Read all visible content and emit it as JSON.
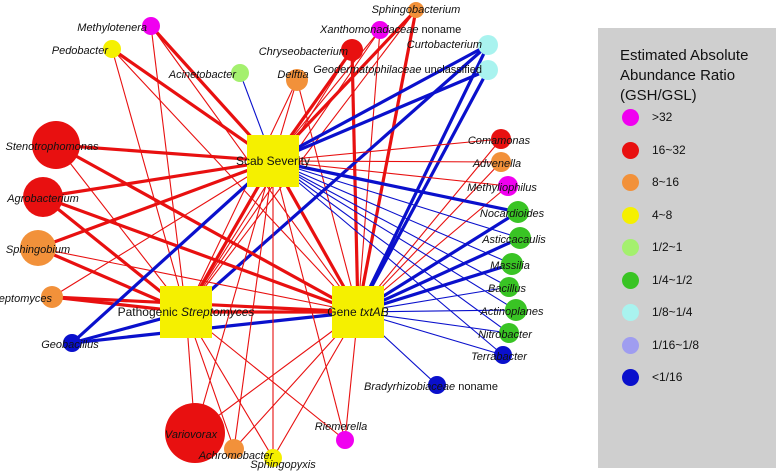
{
  "legend": {
    "title": [
      "Estimated Absolute",
      "Abundance Ratio",
      "(GSH/GSL)"
    ],
    "items": [
      {
        "label": ">32",
        "color": "#f000f0"
      },
      {
        "label": "16~32",
        "color": "#e81010"
      },
      {
        "label": "8~16",
        "color": "#f2913a"
      },
      {
        "label": "4~8",
        "color": "#f5f000"
      },
      {
        "label": "1/2~1",
        "color": "#a4f06e"
      },
      {
        "label": "1/4~1/2",
        "color": "#39c424"
      },
      {
        "label": "1/8~1/4",
        "color": "#a9f3ef"
      },
      {
        "label": "1/16~1/8",
        "color": "#9f9df0"
      },
      {
        "label": "<1/16",
        "color": "#0a10cc"
      }
    ]
  },
  "hubs": [
    {
      "id": "scab",
      "parts": [
        {
          "text": "Scab Severity",
          "italic": false
        }
      ]
    },
    {
      "id": "patho",
      "parts": [
        {
          "text": "Pathogenic ",
          "italic": false
        },
        {
          "text": "Streptomyces",
          "italic": true
        }
      ]
    },
    {
      "id": "gene",
      "parts": [
        {
          "text": "Gene ",
          "italic": false
        },
        {
          "text": "txtAB",
          "italic": true
        }
      ]
    }
  ],
  "taxa": [
    {
      "id": "methylotenera",
      "name": "Methylotenera",
      "italic": true,
      "class": ">32"
    },
    {
      "id": "pedobacter",
      "name": "Pedobacter",
      "italic": true,
      "class": "4~8"
    },
    {
      "id": "acinetobacter",
      "name": "Acinetobacter",
      "italic": true,
      "class": "1/2~1"
    },
    {
      "id": "delftia",
      "name": "Delftia",
      "italic": true,
      "class": "8~16"
    },
    {
      "id": "sphingobacterium",
      "name": "Sphingobacterium",
      "italic": true,
      "class": "8~16"
    },
    {
      "id": "xanthomonadaceae",
      "name": "Xanthomonadaceae",
      "italic": true,
      "suffix": " noname",
      "class": ">32"
    },
    {
      "id": "chryseobacterium",
      "name": "Chryseobacterium",
      "italic": true,
      "class": "16~32"
    },
    {
      "id": "curtobacterium",
      "name": "Curtobacterium",
      "italic": true,
      "class": "1/8~1/4"
    },
    {
      "id": "geodermatophilaceae",
      "name": "Geodermatophilaceae",
      "italic": true,
      "suffix": " unclassified",
      "class": "1/8~1/4"
    },
    {
      "id": "stenotrophomonas",
      "name": "Stenotrophomonas",
      "italic": true,
      "class": "16~32"
    },
    {
      "id": "agrobacterium",
      "name": "Agrobacterium",
      "italic": true,
      "class": "16~32"
    },
    {
      "id": "sphingobium",
      "name": "Sphingobium",
      "italic": true,
      "class": "8~16"
    },
    {
      "id": "streptomyces",
      "name": "Streptomyces",
      "italic": true,
      "class": "8~16"
    },
    {
      "id": "geobacillus",
      "name": "Geobacillus",
      "italic": true,
      "class": "<1/16"
    },
    {
      "id": "comamonas",
      "name": "Comamonas",
      "italic": true,
      "class": "16~32"
    },
    {
      "id": "advenella",
      "name": "Advenella",
      "italic": true,
      "class": "8~16"
    },
    {
      "id": "methyliophilus",
      "name": "Methyliophilus",
      "italic": true,
      "class": ">32"
    },
    {
      "id": "nocardioides",
      "name": "Nocardioides",
      "italic": true,
      "class": "1/4~1/2"
    },
    {
      "id": "asticcacaulis",
      "name": "Asticcacaulis",
      "italic": true,
      "class": "1/4~1/2"
    },
    {
      "id": "massilia",
      "name": "Massilia",
      "italic": true,
      "class": "1/4~1/2"
    },
    {
      "id": "bacillus",
      "name": "Bacillus",
      "italic": true,
      "class": "1/4~1/2"
    },
    {
      "id": "actinoplanes",
      "name": "Actinoplanes",
      "italic": true,
      "class": "1/4~1/2"
    },
    {
      "id": "nitrobacter",
      "name": "Nitrobacter",
      "italic": true,
      "class": "1/4~1/2"
    },
    {
      "id": "terrabacter",
      "name": "Terrabacter",
      "italic": true,
      "class": "<1/16"
    },
    {
      "id": "bradyrhizobiaceae",
      "name": "Bradyrhizobiaceae",
      "italic": true,
      "suffix": " noname",
      "class": "<1/16"
    },
    {
      "id": "variovorax",
      "name": "Variovorax",
      "italic": true,
      "class": "16~32"
    },
    {
      "id": "achromobacter",
      "name": "Achromobacter",
      "italic": true,
      "class": "8~16"
    },
    {
      "id": "sphingopyxis",
      "name": "Sphingopyxis",
      "italic": true,
      "class": "4~8"
    },
    {
      "id": "riemerella",
      "name": "Riemerella",
      "italic": true,
      "class": ">32"
    }
  ],
  "edges": [
    {
      "from": "scab",
      "to": "patho",
      "sign": "pos",
      "weight": "strong"
    },
    {
      "from": "scab",
      "to": "gene",
      "sign": "pos",
      "weight": "strong"
    },
    {
      "from": "patho",
      "to": "gene",
      "sign": "pos",
      "weight": "strong"
    },
    {
      "from": "methylotenera",
      "to": "scab",
      "sign": "pos",
      "weight": "strong"
    },
    {
      "from": "methylotenera",
      "to": "patho",
      "sign": "pos",
      "weight": "weak"
    },
    {
      "from": "methylotenera",
      "to": "gene",
      "sign": "pos",
      "weight": "weak"
    },
    {
      "from": "pedobacter",
      "to": "scab",
      "sign": "pos",
      "weight": "strong"
    },
    {
      "from": "pedobacter",
      "to": "patho",
      "sign": "pos",
      "weight": "weak"
    },
    {
      "from": "pedobacter",
      "to": "gene",
      "sign": "pos",
      "weight": "weak"
    },
    {
      "from": "acinetobacter",
      "to": "scab",
      "sign": "neg",
      "weight": "weak"
    },
    {
      "from": "delftia",
      "to": "scab",
      "sign": "pos",
      "weight": "weak"
    },
    {
      "from": "delftia",
      "to": "patho",
      "sign": "pos",
      "weight": "weak"
    },
    {
      "from": "delftia",
      "to": "gene",
      "sign": "pos",
      "weight": "weak"
    },
    {
      "from": "sphingobacterium",
      "to": "scab",
      "sign": "pos",
      "weight": "strong"
    },
    {
      "from": "sphingobacterium",
      "to": "patho",
      "sign": "pos",
      "weight": "weak"
    },
    {
      "from": "sphingobacterium",
      "to": "gene",
      "sign": "pos",
      "weight": "strong"
    },
    {
      "from": "xanthomonadaceae",
      "to": "scab",
      "sign": "pos",
      "weight": "weak"
    },
    {
      "from": "xanthomonadaceae",
      "to": "patho",
      "sign": "pos",
      "weight": "weak"
    },
    {
      "from": "xanthomonadaceae",
      "to": "gene",
      "sign": "pos",
      "weight": "weak"
    },
    {
      "from": "chryseobacterium",
      "to": "scab",
      "sign": "pos",
      "weight": "strong"
    },
    {
      "from": "chryseobacterium",
      "to": "patho",
      "sign": "pos",
      "weight": "weak"
    },
    {
      "from": "chryseobacterium",
      "to": "gene",
      "sign": "pos",
      "weight": "strong"
    },
    {
      "from": "curtobacterium",
      "to": "scab",
      "sign": "neg",
      "weight": "strong"
    },
    {
      "from": "curtobacterium",
      "to": "patho",
      "sign": "neg",
      "weight": "strong"
    },
    {
      "from": "curtobacterium",
      "to": "gene",
      "sign": "neg",
      "weight": "strong"
    },
    {
      "from": "geodermatophilaceae",
      "to": "scab",
      "sign": "neg",
      "weight": "strong"
    },
    {
      "from": "geodermatophilaceae",
      "to": "gene",
      "sign": "neg",
      "weight": "strong"
    },
    {
      "from": "stenotrophomonas",
      "to": "scab",
      "sign": "pos",
      "weight": "strong"
    },
    {
      "from": "stenotrophomonas",
      "to": "patho",
      "sign": "pos",
      "weight": "weak"
    },
    {
      "from": "stenotrophomonas",
      "to": "gene",
      "sign": "pos",
      "weight": "strong"
    },
    {
      "from": "agrobacterium",
      "to": "scab",
      "sign": "pos",
      "weight": "strong"
    },
    {
      "from": "agrobacterium",
      "to": "patho",
      "sign": "pos",
      "weight": "strong"
    },
    {
      "from": "agrobacterium",
      "to": "gene",
      "sign": "pos",
      "weight": "strong"
    },
    {
      "from": "sphingobium",
      "to": "scab",
      "sign": "pos",
      "weight": "strong"
    },
    {
      "from": "sphingobium",
      "to": "patho",
      "sign": "pos",
      "weight": "strong"
    },
    {
      "from": "sphingobium",
      "to": "gene",
      "sign": "pos",
      "weight": "weak"
    },
    {
      "from": "streptomyces",
      "to": "scab",
      "sign": "pos",
      "weight": "weak"
    },
    {
      "from": "streptomyces",
      "to": "patho",
      "sign": "pos",
      "weight": "strong"
    },
    {
      "from": "streptomyces",
      "to": "gene",
      "sign": "pos",
      "weight": "strong"
    },
    {
      "from": "geobacillus",
      "to": "scab",
      "sign": "neg",
      "weight": "strong"
    },
    {
      "from": "geobacillus",
      "to": "patho",
      "sign": "neg",
      "weight": "strong"
    },
    {
      "from": "geobacillus",
      "to": "gene",
      "sign": "neg",
      "weight": "strong"
    },
    {
      "from": "comamonas",
      "to": "scab",
      "sign": "pos",
      "weight": "weak"
    },
    {
      "from": "comamonas",
      "to": "gene",
      "sign": "pos",
      "weight": "weak"
    },
    {
      "from": "advenella",
      "to": "scab",
      "sign": "pos",
      "weight": "weak"
    },
    {
      "from": "advenella",
      "to": "gene",
      "sign": "pos",
      "weight": "weak"
    },
    {
      "from": "methyliophilus",
      "to": "scab",
      "sign": "pos",
      "weight": "weak"
    },
    {
      "from": "methyliophilus",
      "to": "gene",
      "sign": "pos",
      "weight": "weak"
    },
    {
      "from": "nocardioides",
      "to": "scab",
      "sign": "neg",
      "weight": "strong"
    },
    {
      "from": "nocardioides",
      "to": "gene",
      "sign": "neg",
      "weight": "strong"
    },
    {
      "from": "asticcacaulis",
      "to": "scab",
      "sign": "neg",
      "weight": "weak"
    },
    {
      "from": "asticcacaulis",
      "to": "gene",
      "sign": "neg",
      "weight": "strong"
    },
    {
      "from": "massilia",
      "to": "scab",
      "sign": "neg",
      "weight": "weak"
    },
    {
      "from": "massilia",
      "to": "gene",
      "sign": "neg",
      "weight": "strong"
    },
    {
      "from": "bacillus",
      "to": "scab",
      "sign": "neg",
      "weight": "weak"
    },
    {
      "from": "bacillus",
      "to": "gene",
      "sign": "neg",
      "weight": "weak"
    },
    {
      "from": "actinoplanes",
      "to": "scab",
      "sign": "neg",
      "weight": "weak"
    },
    {
      "from": "actinoplanes",
      "to": "gene",
      "sign": "neg",
      "weight": "weak"
    },
    {
      "from": "nitrobacter",
      "to": "scab",
      "sign": "neg",
      "weight": "weak"
    },
    {
      "from": "nitrobacter",
      "to": "gene",
      "sign": "neg",
      "weight": "weak"
    },
    {
      "from": "terrabacter",
      "to": "scab",
      "sign": "neg",
      "weight": "weak"
    },
    {
      "from": "terrabacter",
      "to": "gene",
      "sign": "neg",
      "weight": "weak"
    },
    {
      "from": "bradyrhizobiaceae",
      "to": "gene",
      "sign": "neg",
      "weight": "weak"
    },
    {
      "from": "variovorax",
      "to": "scab",
      "sign": "pos",
      "weight": "weak"
    },
    {
      "from": "variovorax",
      "to": "patho",
      "sign": "pos",
      "weight": "weak"
    },
    {
      "from": "variovorax",
      "to": "gene",
      "sign": "pos",
      "weight": "weak"
    },
    {
      "from": "achromobacter",
      "to": "scab",
      "sign": "pos",
      "weight": "weak"
    },
    {
      "from": "achromobacter",
      "to": "patho",
      "sign": "pos",
      "weight": "weak"
    },
    {
      "from": "achromobacter",
      "to": "gene",
      "sign": "pos",
      "weight": "weak"
    },
    {
      "from": "sphingopyxis",
      "to": "scab",
      "sign": "pos",
      "weight": "weak"
    },
    {
      "from": "sphingopyxis",
      "to": "patho",
      "sign": "pos",
      "weight": "weak"
    },
    {
      "from": "sphingopyxis",
      "to": "gene",
      "sign": "pos",
      "weight": "weak"
    },
    {
      "from": "riemerella",
      "to": "scab",
      "sign": "pos",
      "weight": "weak"
    },
    {
      "from": "riemerella",
      "to": "patho",
      "sign": "pos",
      "weight": "weak"
    },
    {
      "from": "riemerella",
      "to": "gene",
      "sign": "pos",
      "weight": "weak"
    }
  ],
  "edge_colors": {
    "pos": "#e81010",
    "neg": "#0a10cc"
  },
  "hub_color": "#f5f000"
}
